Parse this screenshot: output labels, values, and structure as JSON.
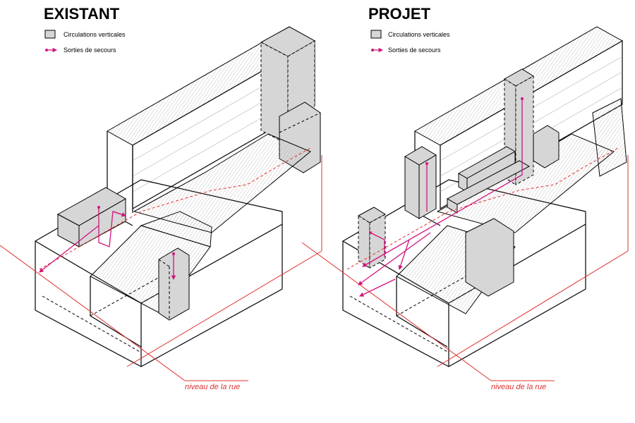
{
  "panels": [
    {
      "title": "EXISTANT",
      "legend": {
        "vertical_circulation": "Circulations verticales",
        "emergency_exits": "Sorties de secours"
      },
      "street_label": "niveau de la rue"
    },
    {
      "title": "PROJET",
      "legend": {
        "vertical_circulation": "Circulations verticales",
        "emergency_exits": "Sorties de secours"
      },
      "street_label": "niveau de la rue"
    }
  ],
  "colors": {
    "vertical_circulation": "#d6d6d6",
    "emergency_exits": "#d1157c",
    "street_level": "#e0302f"
  }
}
